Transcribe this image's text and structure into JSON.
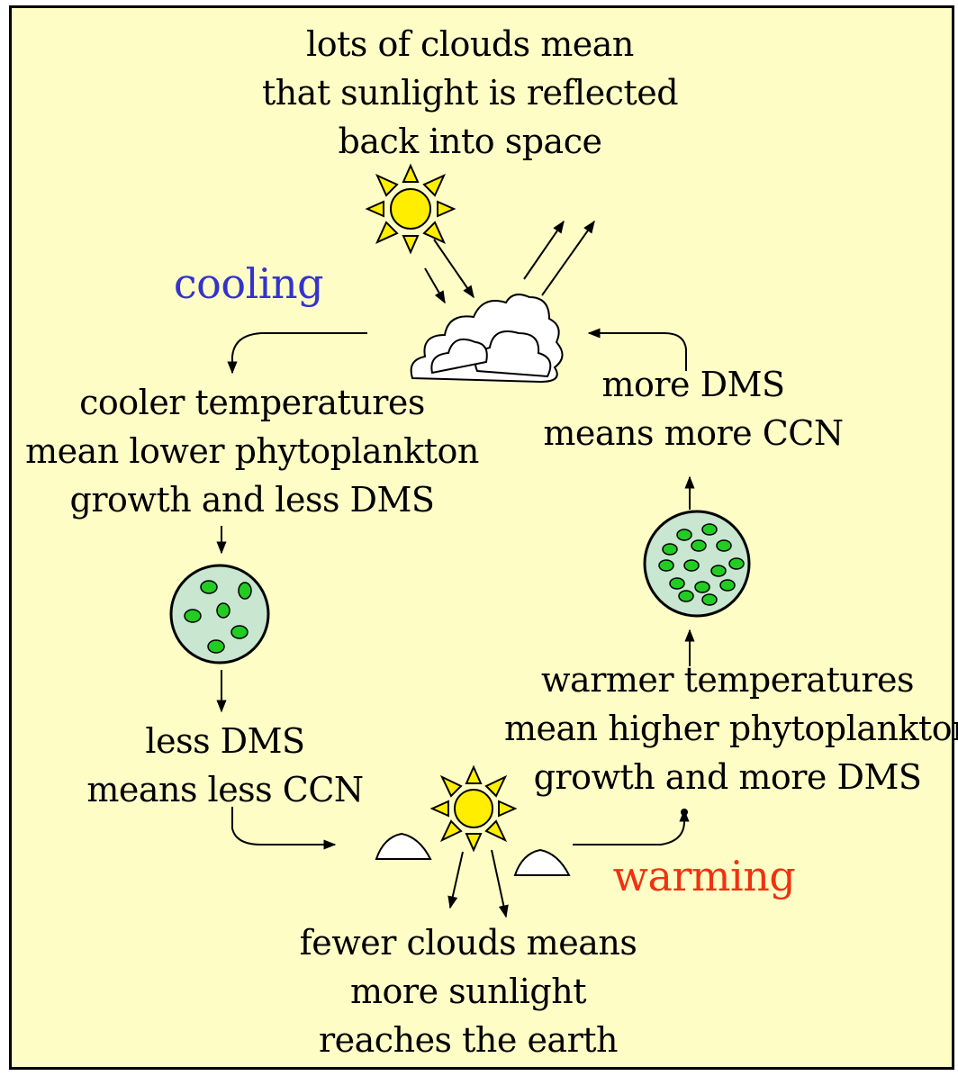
{
  "colors": {
    "background": "#fffdc6",
    "border": "#000000",
    "cooling": "#3333cc",
    "warming": "#ee3311",
    "sun": "#ffee00",
    "plankton_cell": "#22cc22",
    "plankton_disc": "#c8e6d0",
    "cloud": "#ffffff"
  },
  "icons": [
    "sun-icon",
    "cloud-icon",
    "phytoplankton-icon",
    "arrow-icon"
  ],
  "labels": {
    "top": [
      "lots of clouds mean",
      "that sunlight is reflected",
      "back into space"
    ],
    "cooling": "cooling",
    "cooler": [
      "cooler temperatures",
      "mean lower phytoplankton",
      "growth and less DMS"
    ],
    "more_dms": [
      "more DMS",
      "means more CCN"
    ],
    "less_dms": [
      "less DMS",
      "means less CCN"
    ],
    "warmer": [
      "warmer temperatures",
      "mean higher phytoplankton",
      "growth and more DMS"
    ],
    "warming": "warming",
    "bottom": [
      "fewer clouds means",
      "more sunlight",
      "reaches the earth"
    ]
  }
}
